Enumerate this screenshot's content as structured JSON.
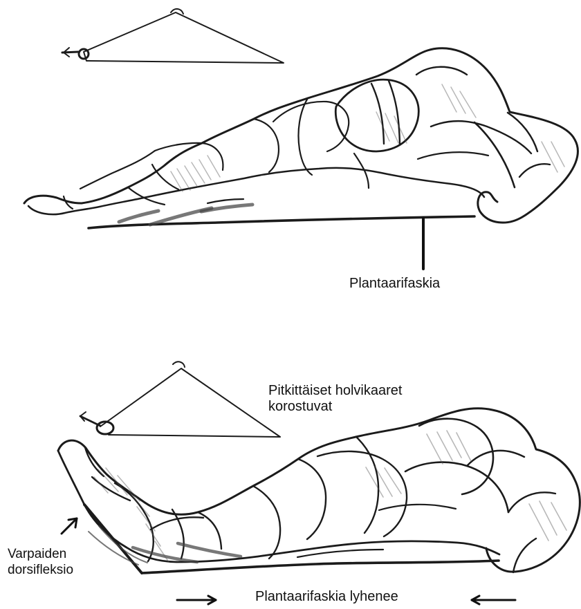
{
  "labels": {
    "top_plantar_fascia": "Plantaarifaskia",
    "arch_line_1": "Pitkittäiset holvikaaret",
    "arch_line_2": "korostuvat",
    "toe_label_line_1": "Varpaiden",
    "toe_label_line_2": "dorsifleksio",
    "bottom_plantar_fascia": "Plantaarifaskia lyhenee"
  },
  "icons": {
    "top_windlass": "triangle-windlass-icon",
    "bottom_windlass": "triangle-windlass-icon",
    "arrow_left_bottom": "right-arrow-icon",
    "arrow_right_bottom": "left-arrow-icon",
    "toe_arrow": "diagonal-arrow-icon"
  },
  "colors": {
    "ink": "#1b1b1b",
    "shade": "#555555",
    "background": "#ffffff"
  }
}
